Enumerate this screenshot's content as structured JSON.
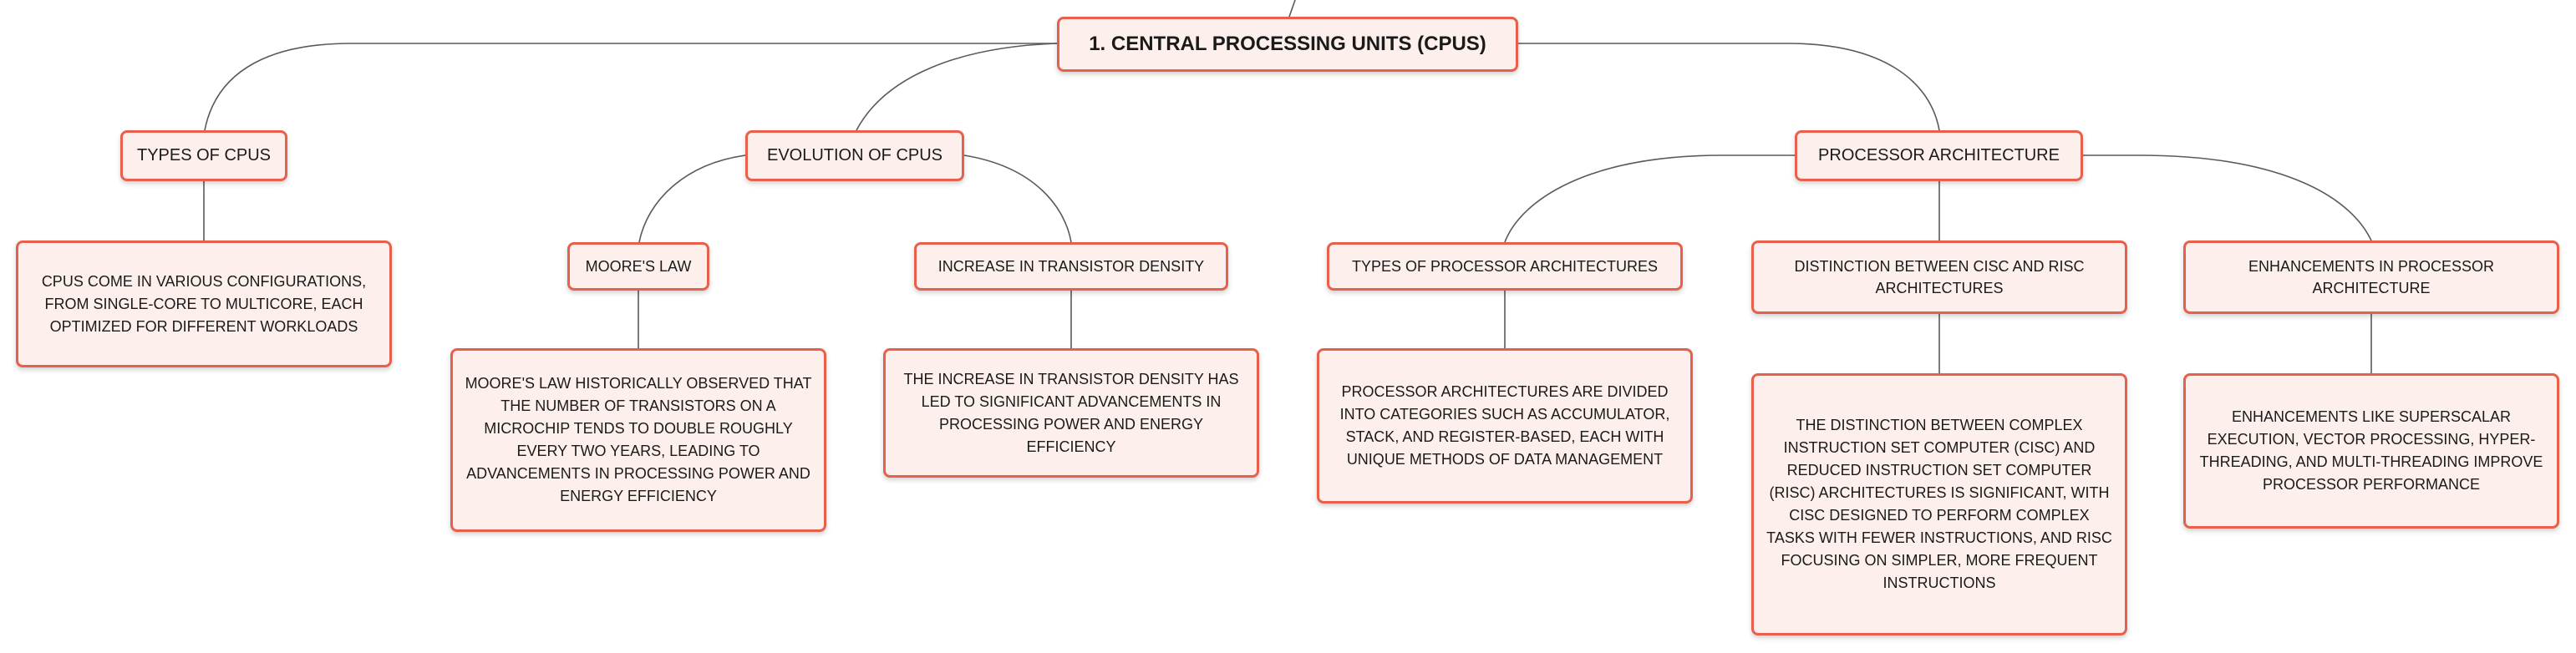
{
  "mindmap": {
    "root": "1. CENTRAL PROCESSING UNITS (CPUS)",
    "types_of_cpus": {
      "label": "TYPES OF CPUS",
      "detail": "CPUS COME IN VARIOUS CONFIGURATIONS, FROM SINGLE-CORE TO MULTICORE, EACH OPTIMIZED FOR DIFFERENT WORKLOADS"
    },
    "evolution": {
      "label": "EVOLUTION OF CPUS",
      "moores_law": {
        "label": "MOORE'S LAW",
        "detail": "MOORE'S LAW HISTORICALLY OBSERVED THAT THE NUMBER OF TRANSISTORS ON A MICROCHIP TENDS TO DOUBLE ROUGHLY EVERY TWO YEARS, LEADING TO ADVANCEMENTS IN PROCESSING POWER AND ENERGY EFFICIENCY"
      },
      "transistor_density": {
        "label": "INCREASE IN TRANSISTOR DENSITY",
        "detail": "THE INCREASE IN TRANSISTOR DENSITY HAS LED TO SIGNIFICANT ADVANCEMENTS IN PROCESSING POWER AND ENERGY EFFICIENCY"
      }
    },
    "architecture": {
      "label": "PROCESSOR ARCHITECTURE",
      "types": {
        "label": "TYPES OF PROCESSOR ARCHITECTURES",
        "detail": "PROCESSOR ARCHITECTURES ARE DIVIDED INTO CATEGORIES SUCH AS ACCUMULATOR, STACK, AND REGISTER-BASED, EACH WITH UNIQUE METHODS OF DATA MANAGEMENT"
      },
      "cisc_risc": {
        "label": "DISTINCTION BETWEEN CISC AND RISC ARCHITECTURES",
        "detail": "THE DISTINCTION BETWEEN COMPLEX INSTRUCTION SET COMPUTER (CISC) AND REDUCED INSTRUCTION SET COMPUTER (RISC) ARCHITECTURES IS SIGNIFICANT, WITH CISC DESIGNED TO PERFORM COMPLEX TASKS WITH FEWER INSTRUCTIONS, AND RISC FOCUSING ON SIMPLER, MORE FREQUENT INSTRUCTIONS"
      },
      "enhancements": {
        "label": "ENHANCEMENTS IN PROCESSOR ARCHITECTURE",
        "detail": "ENHANCEMENTS LIKE SUPERSCALAR EXECUTION, VECTOR PROCESSING, HYPER-THREADING, AND MULTI-THREADING IMPROVE PROCESSOR PERFORMANCE"
      }
    }
  },
  "colors": {
    "node_fill": "#fdf0ec",
    "node_border": "#e8604c",
    "connector": "#5a5a5a"
  }
}
